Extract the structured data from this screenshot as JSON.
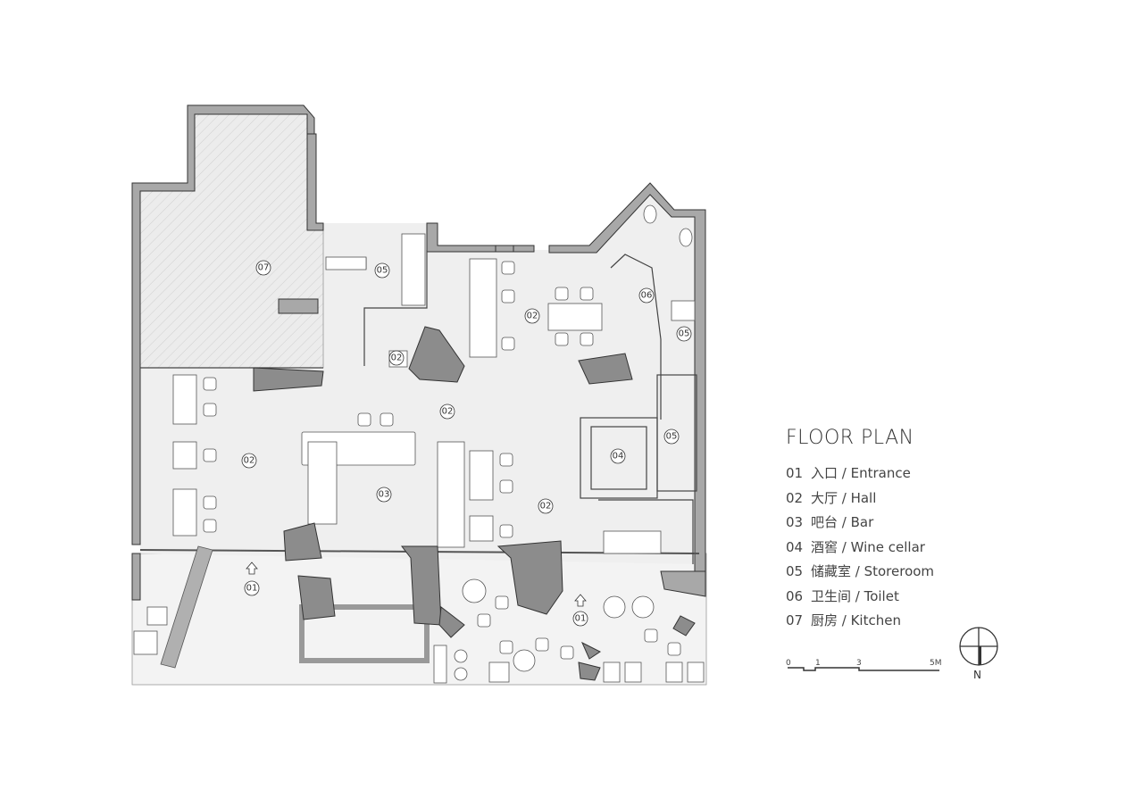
{
  "title": "FLOOR PLAN",
  "legend": [
    {
      "num": "01",
      "text": "入口 / Entrance"
    },
    {
      "num": "02",
      "text": "大厅 / Hall"
    },
    {
      "num": "03",
      "text": "吧台 / Bar"
    },
    {
      "num": "04",
      "text": "酒窖 / Wine cellar"
    },
    {
      "num": "05",
      "text": "储藏室 / Storeroom"
    },
    {
      "num": "06",
      "text": "卫生间 / Toilet"
    },
    {
      "num": "07",
      "text": "厨房 / Kitchen"
    }
  ],
  "scale_bar": {
    "ticks": [
      "0",
      "1",
      "3",
      "5M"
    ]
  },
  "north_label": "N",
  "plan_labels": [
    "07",
    "05",
    "02",
    "02",
    "06",
    "05",
    "02",
    "05",
    "04",
    "02",
    "03",
    "02",
    "01",
    "01"
  ],
  "colors": {
    "wall": "#a8a8a8",
    "floor": "#efefef",
    "kitchen_hatch": "#e4e4e4",
    "furniture_dark": "#8c8c8c",
    "line": "#333333"
  }
}
